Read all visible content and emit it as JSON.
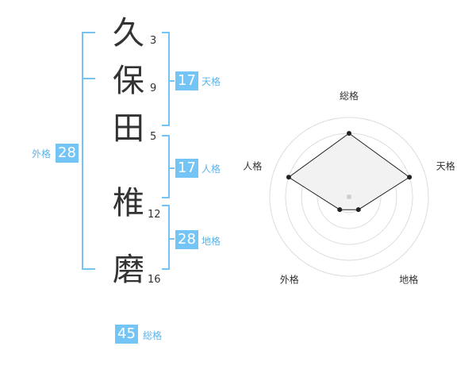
{
  "name": {
    "characters": [
      {
        "char": "久",
        "strokes": "3"
      },
      {
        "char": "保",
        "strokes": "9"
      },
      {
        "char": "田",
        "strokes": "5"
      },
      {
        "char": "椎",
        "strokes": "12"
      },
      {
        "char": "磨",
        "strokes": "16"
      }
    ]
  },
  "kakusu": {
    "tenkaku": {
      "value": "17",
      "label": "天格"
    },
    "jinkaku": {
      "value": "17",
      "label": "人格"
    },
    "chikaku": {
      "value": "28",
      "label": "地格"
    },
    "gaikaku": {
      "value": "28",
      "label": "外格"
    },
    "soukaku": {
      "value": "45",
      "label": "総格"
    }
  },
  "colors": {
    "accent": "#74c5f6",
    "label": "#5ab4ea",
    "text": "#333333",
    "ring": "#dddddd",
    "polygon_fill": "#f2f2f2"
  },
  "radar": {
    "axes": [
      "総格",
      "天格",
      "地格",
      "外格",
      "人格"
    ],
    "max": 5,
    "values": [
      4,
      4,
      1,
      1,
      4
    ]
  }
}
